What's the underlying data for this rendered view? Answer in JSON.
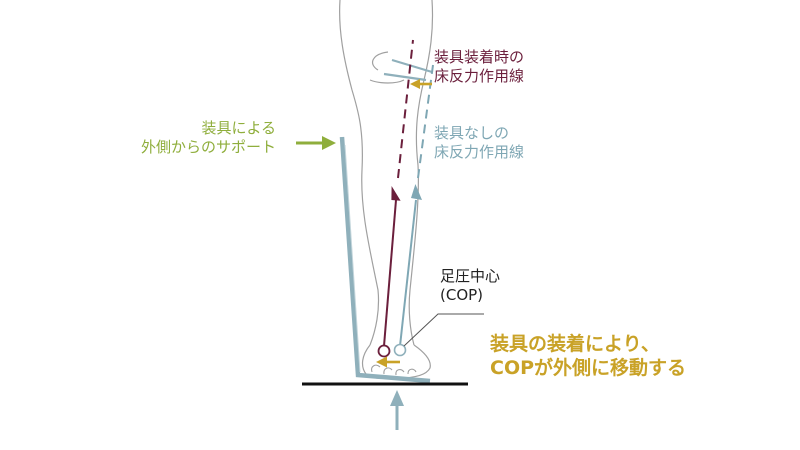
{
  "labels": {
    "with_brace": [
      "装具装着時の",
      "床反力作用線"
    ],
    "without_brace": [
      "装具なしの",
      "床反力作用線"
    ],
    "support": [
      "装具による",
      "外側からのサポート"
    ],
    "cop": [
      "足圧中心",
      "(COP)"
    ],
    "shift": [
      "装具の装着により、",
      "COPが外側に移動する"
    ]
  },
  "colors": {
    "with_brace": "#6b1f3c",
    "without_brace": "#7fa7b4",
    "support": "#8fae3c",
    "shift": "#c9a227",
    "outline": "#999999",
    "ground": "#111111",
    "text": "#222222"
  }
}
